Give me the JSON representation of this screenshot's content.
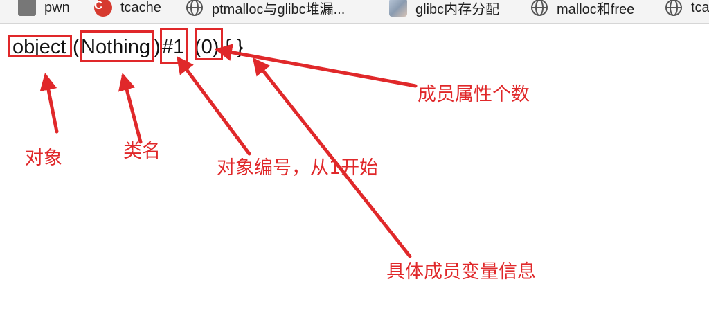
{
  "bookmarks": [
    {
      "label": "pwn",
      "icon": "folder-icon"
    },
    {
      "label": "tcache",
      "icon": "csdn-icon"
    },
    {
      "label": "ptmalloc与glibc堆漏...",
      "icon": "globe-icon"
    },
    {
      "label": "glibc内存分配",
      "icon": "thumbnail-icon"
    },
    {
      "label": "malloc和free",
      "icon": "globe-icon"
    },
    {
      "label": "tca",
      "icon": "globe-icon"
    }
  ],
  "csdn_glyph": "C",
  "code": {
    "t1": "object",
    "t2": "(",
    "t3": "Nothing",
    "t4": ")",
    "t5": "#1",
    "t6": "(0)",
    "t7": "{ }"
  },
  "annotations": {
    "object": "对象",
    "class_name": "类名",
    "object_id": "对象编号，从1开始",
    "prop_count": "成员属性个数",
    "members": "具体成员变量信息"
  },
  "colors": {
    "annotation": "#e0282a"
  }
}
